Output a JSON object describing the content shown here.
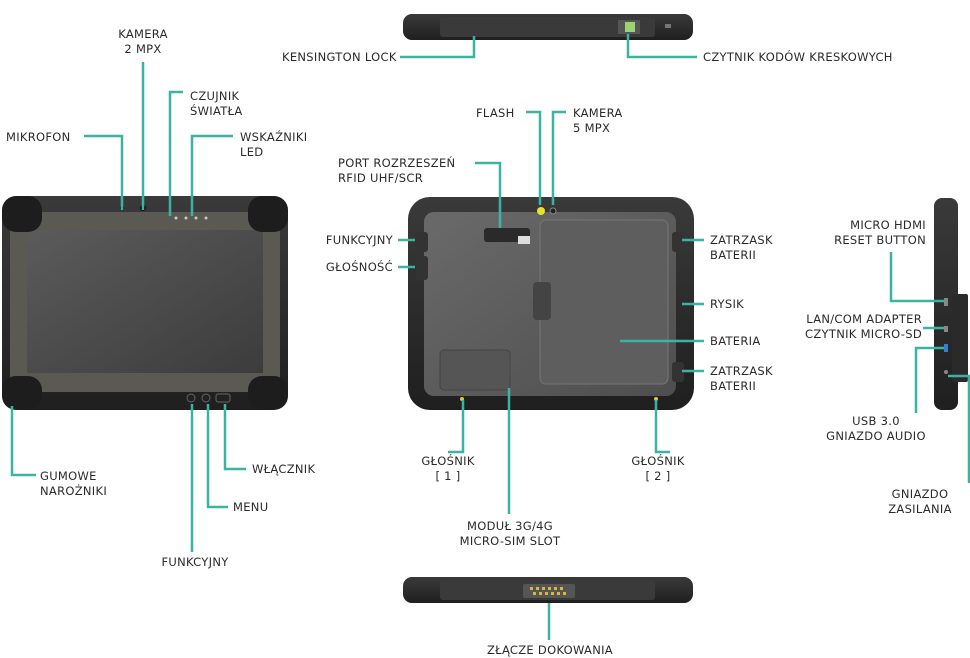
{
  "colors": {
    "leader": "#3bb3a3",
    "device_body": "#2b2b2b",
    "device_bezel": "#5a5a52",
    "screen": "#4a4a4a",
    "text": "#2a2a2a"
  },
  "labels": {
    "kamera_front": [
      "KAMERA",
      "2 MPX"
    ],
    "czujnik": [
      "CZUJNIK",
      "ŚWIATŁA"
    ],
    "mikrofon": [
      "MIKROFON"
    ],
    "wskazniki": [
      "WSKAŹNIKI",
      "LED"
    ],
    "gumowe": [
      "GUMOWE",
      "NAROŻNIKI"
    ],
    "wlacznik": [
      "WŁĄCZNIK"
    ],
    "menu": [
      "MENU"
    ],
    "funkcyjny_front": [
      "FUNKCYJNY"
    ],
    "kensington": [
      "KENSINGTON LOCK"
    ],
    "czytnik_kodow": [
      "CZYTNIK KODÓW KRESKOWYCH"
    ],
    "flash": [
      "FLASH"
    ],
    "kamera_back": [
      "KAMERA",
      "5 MPX"
    ],
    "port_rozszerzen": [
      "PORT ROZRZESZEŃ",
      "RFID UHF/SCR"
    ],
    "funkcyjny_back": [
      "FUNKCYJNY"
    ],
    "glosnosc": [
      "GŁOŚNOŚĆ"
    ],
    "zatrzask_top": [
      "ZATRZASK",
      "BATERII"
    ],
    "rysik": [
      "RYSIK"
    ],
    "bateria": [
      "BATERIA"
    ],
    "zatrzask_bottom": [
      "ZATRZASK",
      "BATERII"
    ],
    "glosnik1": [
      "GŁOŚNIK",
      "[ 1 ]"
    ],
    "glosnik2": [
      "GŁOŚNIK",
      "[ 2 ]"
    ],
    "modul": [
      "MODUŁ 3G/4G",
      "MICRO-SIM SLOT"
    ],
    "zlacze": [
      "ZŁĄCZE DOKOWANIA"
    ],
    "micro_hdmi": [
      "MICRO HDMI",
      "RESET BUTTON"
    ],
    "lan_com": [
      "LAN/COM ADAPTER",
      "CZYTNIK MICRO-SD"
    ],
    "usb": [
      "USB 3.0",
      "GNIAZDO AUDIO"
    ],
    "zasilanie": [
      "GNIAZDO",
      "ZASILANIA"
    ]
  }
}
